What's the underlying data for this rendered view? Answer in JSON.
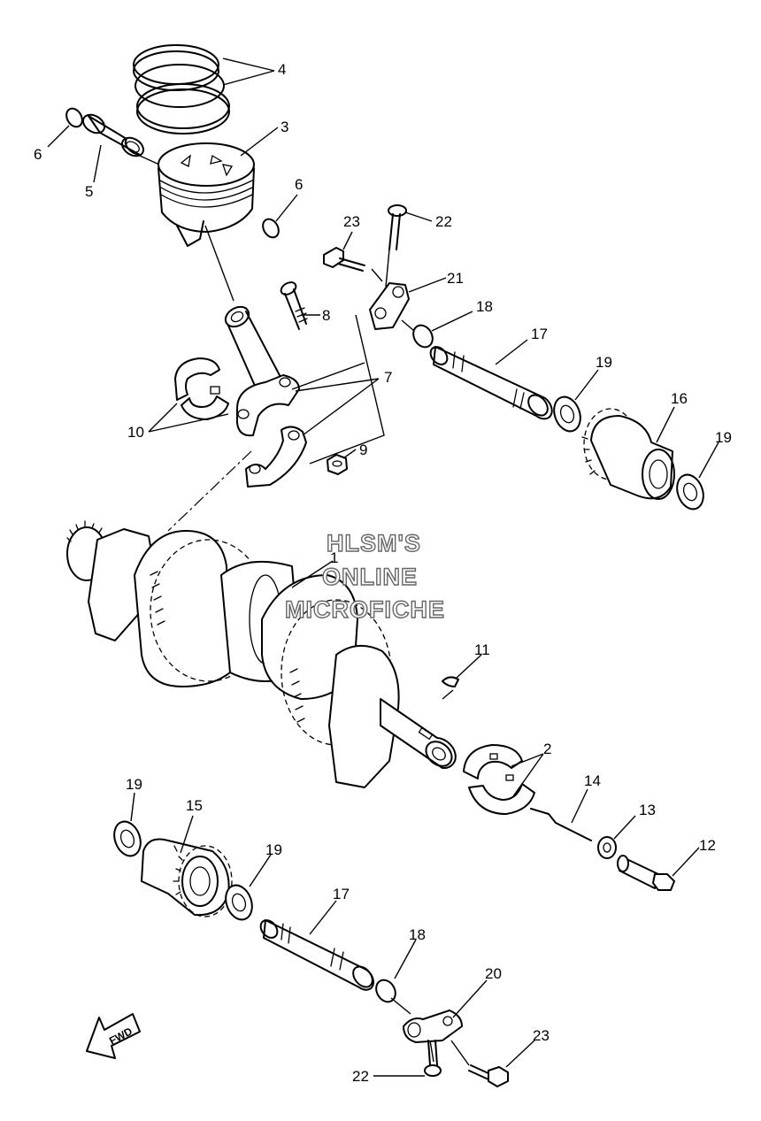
{
  "watermark": {
    "line1": "HLSM'S",
    "line2": "ONLINE",
    "line3": "MICROFICHE"
  },
  "direction_marker": {
    "label": "FWD",
    "icon": "fwd-arrow-icon"
  },
  "callouts": [
    {
      "id": "c4",
      "label": "4"
    },
    {
      "id": "c3",
      "label": "3"
    },
    {
      "id": "c6a",
      "label": "6"
    },
    {
      "id": "c5",
      "label": "5"
    },
    {
      "id": "c6b",
      "label": "6"
    },
    {
      "id": "c23a",
      "label": "23"
    },
    {
      "id": "c22a",
      "label": "22"
    },
    {
      "id": "c21",
      "label": "21"
    },
    {
      "id": "c8",
      "label": "8"
    },
    {
      "id": "c18a",
      "label": "18"
    },
    {
      "id": "c17a",
      "label": "17"
    },
    {
      "id": "c7",
      "label": "7"
    },
    {
      "id": "c19a",
      "label": "19"
    },
    {
      "id": "c16",
      "label": "16"
    },
    {
      "id": "c10",
      "label": "10"
    },
    {
      "id": "c9",
      "label": "9"
    },
    {
      "id": "c19b",
      "label": "19"
    },
    {
      "id": "c1",
      "label": "1"
    },
    {
      "id": "c11",
      "label": "11"
    },
    {
      "id": "c2",
      "label": "2"
    },
    {
      "id": "c14",
      "label": "14"
    },
    {
      "id": "c19c",
      "label": "19"
    },
    {
      "id": "c15",
      "label": "15"
    },
    {
      "id": "c13",
      "label": "13"
    },
    {
      "id": "c12",
      "label": "12"
    },
    {
      "id": "c19d",
      "label": "19"
    },
    {
      "id": "c17b",
      "label": "17"
    },
    {
      "id": "c18b",
      "label": "18"
    },
    {
      "id": "c20",
      "label": "20"
    },
    {
      "id": "c23b",
      "label": "23"
    },
    {
      "id": "c22b",
      "label": "22"
    }
  ]
}
